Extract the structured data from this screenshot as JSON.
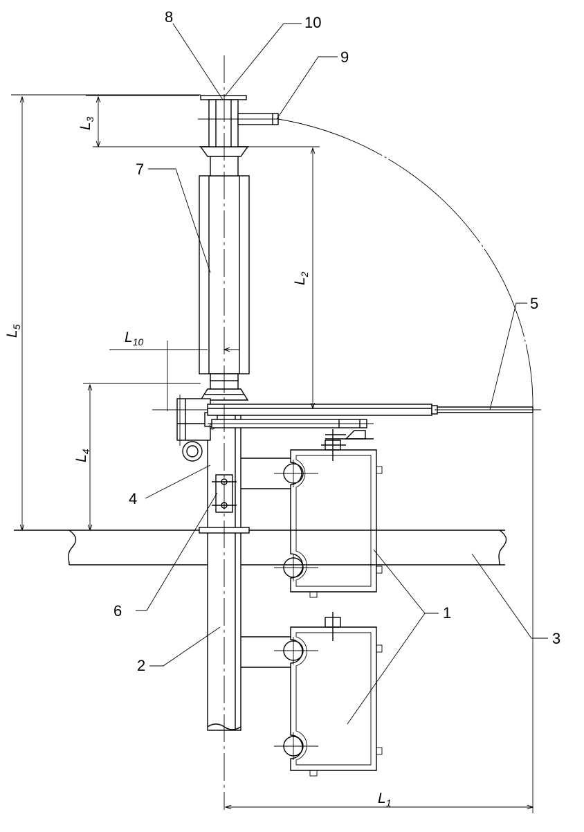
{
  "callouts": {
    "c1": "1",
    "c2": "2",
    "c3": "3",
    "c4": "4",
    "c5": "5",
    "c6": "6",
    "c7": "7",
    "c8": "8",
    "c9": "9",
    "c10": "10"
  },
  "dimensions": {
    "L1": {
      "letter": "L",
      "sub": "1"
    },
    "L2": {
      "letter": "L",
      "sub": "2"
    },
    "L3": {
      "letter": "L",
      "sub": "3"
    },
    "L4": {
      "letter": "L",
      "sub": "4"
    },
    "L5": {
      "letter": "L",
      "sub": "5"
    },
    "L10": {
      "letter": "L",
      "sub": "10"
    }
  }
}
